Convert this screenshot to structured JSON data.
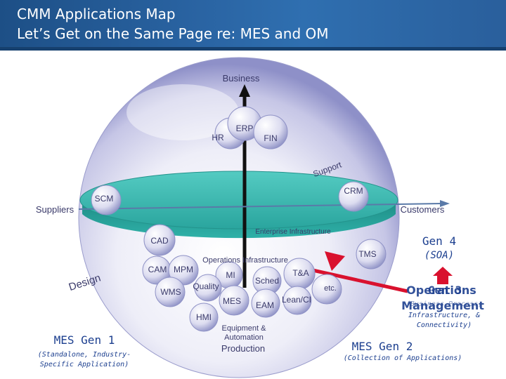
{
  "header": {
    "title_line1": "CMM Applications Map",
    "title_line2": "Let’s Get on the Same Page re: MES and OM"
  },
  "diagram": {
    "business": "Business",
    "erp": "ERP",
    "hr": "HR",
    "fin": "FIN",
    "support": "Support",
    "crm": "CRM",
    "scm": "SCM",
    "suppliers": "Suppliers",
    "customers": "Customers",
    "enterprise_infrastructure": "Enterprise Infrastructure",
    "cad": "CAD",
    "tms": "TMS",
    "operations_infrastructure": "Operations Infrastructure",
    "design": "Design",
    "cam": "CAM",
    "mpm": "MPM",
    "mi": "MI",
    "ta": "T&A",
    "sched": "Sched",
    "wms": "WMS",
    "quality": "Quality",
    "etc": "etc.",
    "mes": "MES",
    "eam": "EAM",
    "lean_ci": "Lean/CI",
    "hmi": "HMI",
    "equipment_line1": "Equipment &",
    "equipment_line2": "Automation",
    "production": "Production"
  },
  "annotations": {
    "gen4": "Gen 4",
    "soa": "(SOA)",
    "gen3": "Gen 3",
    "operations_line1": "Operations",
    "operations_line2": "Management",
    "infra_line1": "(Business Process,",
    "infra_line2": "Infrastructure, &",
    "infra_line3": "Connectivity)",
    "mes_gen1": "MES Gen 1",
    "gen1_sub1": "(Standalone, Industry-",
    "gen1_sub2": "Specific Application)",
    "mes_gen2": "MES Gen 2",
    "gen2_sub": "(Collection of Applications)"
  },
  "colors": {
    "header_blue": "#2a64a3",
    "teal_disc": "#36b6ae",
    "arrow_red": "#d9112e",
    "annotation_blue": "#1c3f8f"
  }
}
